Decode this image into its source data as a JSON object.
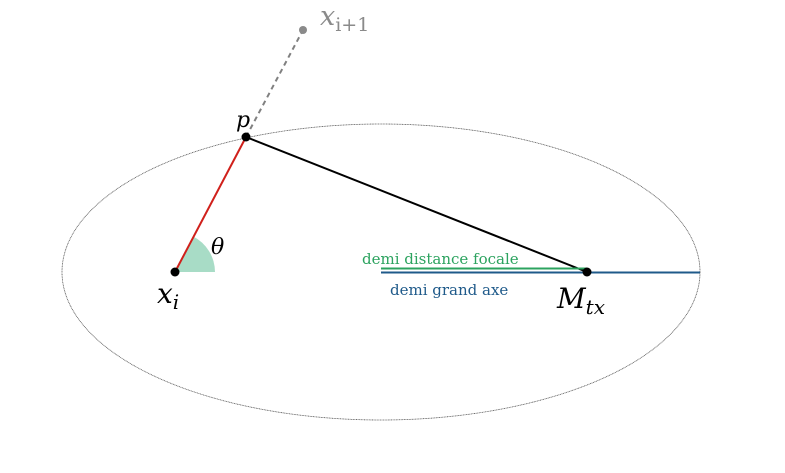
{
  "colors": {
    "ellipse": "#555555",
    "red_segment": "#d0201b",
    "black_segment": "#000000",
    "dashed_segment": "#808080",
    "angle_fill": "#a8dcc6",
    "focal_line": "#2ca35f",
    "major_axis": "#1f5a8a",
    "gray_label": "#8a8a8a"
  },
  "labels": {
    "p": "p",
    "x_next_base": "x",
    "x_next_sub": "i+1",
    "theta": "θ",
    "x_i_base": "x",
    "x_i_sub": "i",
    "m_tx_base": "M",
    "m_tx_sub": "tx",
    "demi_distance_focale": "demi distance focale",
    "demi_grand_axe": "demi grand axe"
  }
}
